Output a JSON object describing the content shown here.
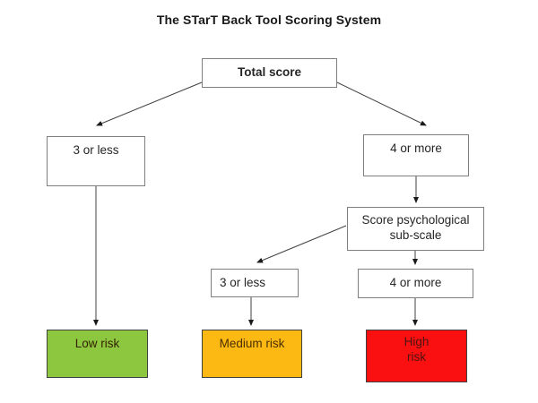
{
  "title": "The STarT Back Tool Scoring System",
  "diagram": {
    "nodes": {
      "total_score": {
        "label": "Total score"
      },
      "total_3_or_less": {
        "label": "3 or less"
      },
      "total_4_or_more": {
        "label": "4 or more"
      },
      "subscale": {
        "line1": "Score psychological",
        "line2": "sub-scale"
      },
      "sub_3_or_less": {
        "label": "3 or less"
      },
      "sub_4_or_more": {
        "label": "4 or more"
      },
      "low_risk": {
        "label": "Low risk"
      },
      "medium_risk": {
        "label": "Medium risk"
      },
      "high_risk": {
        "line1": "High",
        "line2": "risk"
      }
    },
    "colors": {
      "low_risk_fill": "#8dc63f",
      "medium_risk_fill": "#fcb813",
      "high_risk_fill": "#fa1010",
      "box_border_gray": "#7f7f7f",
      "risk_box_border": "#404040",
      "arrow_line": "#404040",
      "arrowhead": "#1a1a1a",
      "title_text": "#1a1a1a"
    }
  }
}
